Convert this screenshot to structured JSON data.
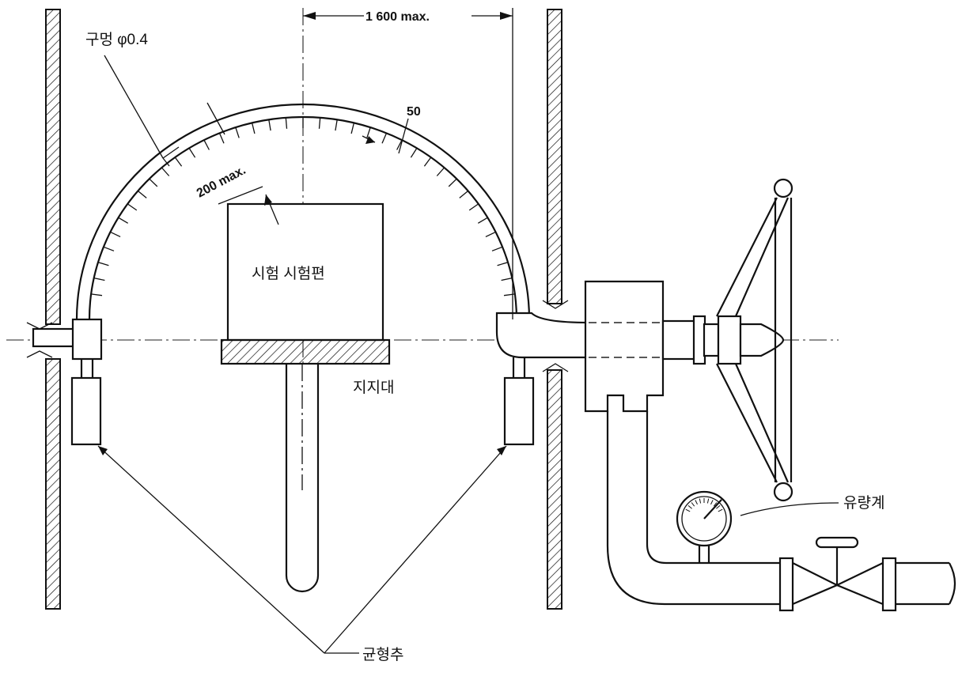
{
  "labels": {
    "hole": "구멍 φ0.4",
    "dim_1600": "1 600 max.",
    "dim_50": "50",
    "dim_200": "200 max.",
    "specimen": "시험 시험편",
    "support": "지지대",
    "flow_meter": "유량계",
    "counterweight": "균형추"
  },
  "scale": {
    "tick_count": 36,
    "tick_spacing_mm": 50
  }
}
